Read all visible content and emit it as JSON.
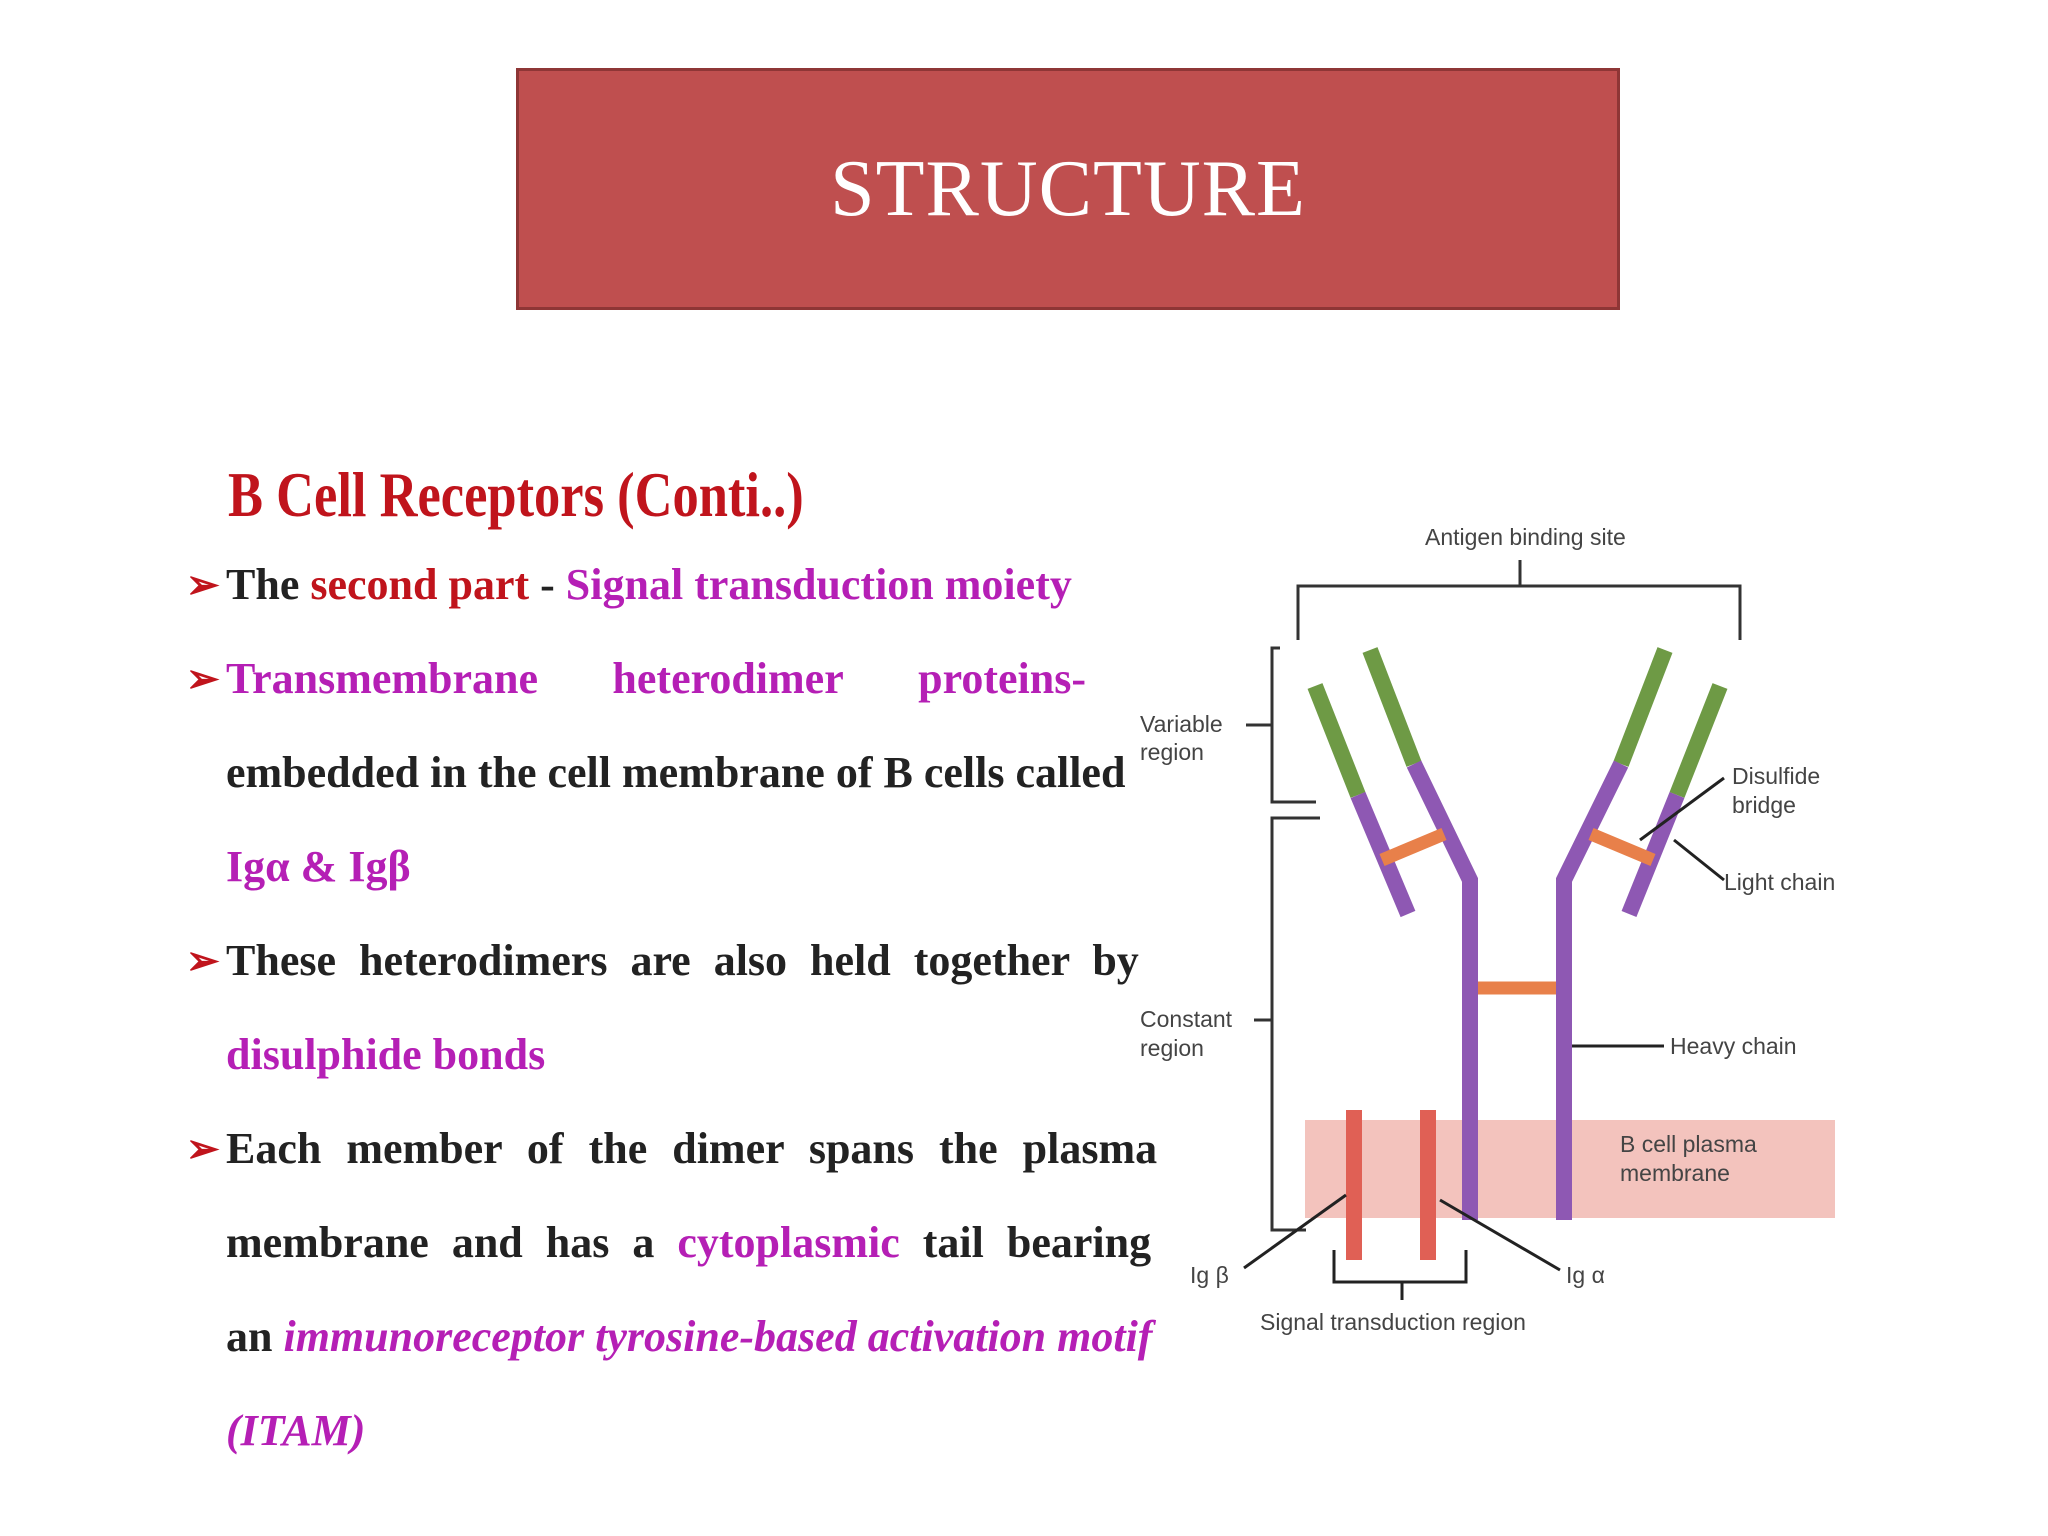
{
  "slide": {
    "title": "STRUCTURE",
    "heading": "B Cell Receptors (Conti..)",
    "bullets": [
      {
        "p1": "The ",
        "p2": "second part",
        "p3": " - ",
        "p4": "Signal transduction moiety"
      },
      {
        "w1": "Transmembrane",
        "w2": "heterodimer",
        "w3": "proteins-",
        "line2": "embedded in the cell membrane of B cells called",
        "line3": "Igα & Igβ"
      },
      {
        "line1": "These heterodimers are also held together by",
        "line2": "disulphide bonds"
      },
      {
        "line1": "Each member of the dimer spans the plasma",
        "l2a": "membrane and has a ",
        "l2b": "cytoplasmic",
        "l2c": " tail bearing",
        "l3a": "an ",
        "l3b": "immunoreceptor tyrosine-based activation motif",
        "line4": "(ITAM)"
      }
    ]
  },
  "diagram": {
    "labels": {
      "antigen_binding_site": "Antigen binding site",
      "variable_region_1": "Variable",
      "variable_region_2": "region",
      "constant_region_1": "Constant",
      "constant_region_2": "region",
      "disulfide_bridge_1": "Disulfide",
      "disulfide_bridge_2": "bridge",
      "light_chain": "Light chain",
      "heavy_chain": "Heavy chain",
      "membrane_1": "B cell plasma",
      "membrane_2": "membrane",
      "ig_beta": "Ig β",
      "ig_alpha": "Ig α",
      "signal_region": "Signal transduction  region"
    },
    "colors": {
      "variable": "#6e9a45",
      "constant": "#8e58b3",
      "disulfide": "#e8804a",
      "membrane": "#f3c3bd",
      "ig_subunit": "#e06055"
    }
  }
}
